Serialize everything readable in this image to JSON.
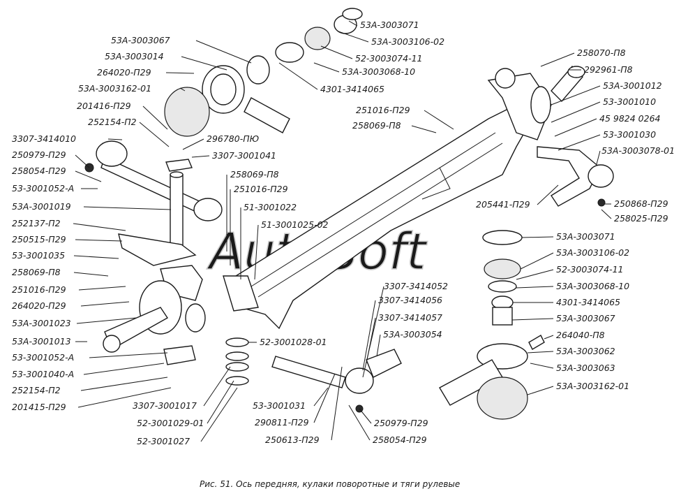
{
  "caption": "Рис. 51. Ось передняя, кулаки поворотные и тяги рулевые",
  "watermark": "AutoSoft",
  "labels": [
    "53А-3003071",
    "53А-3003106-02",
    "52-3003074-11",
    "53А-3003068-10",
    "4301-3414065",
    "53А-3003067",
    "53А-3003014",
    "264020-П29",
    "53А-3003162-01",
    "201416-П29",
    "252154-П2",
    "3307-3414010",
    "296780-ПЮ",
    "250979-П29",
    "3307-3001041",
    "258054-П29",
    "258069-П8",
    "53-3001052-А",
    "251016-П29",
    "53А-3001019",
    "51-3001022",
    "252137-П2",
    "51-3001025-02",
    "250515-П29",
    "53-3001035",
    "258069-П8",
    "251016-П29",
    "264020-П29",
    "53А-3001023",
    "53А-3001013",
    "53-3001052-А",
    "53-3001040-А",
    "252154-П2",
    "201415-П29",
    "52-3001028-01",
    "3307-3001017",
    "52-3001029-01",
    "52-3001027",
    "53-3001031",
    "290811-П29",
    "250613-П29",
    "250979-П29",
    "258054-П29",
    "3307-3414052",
    "3307-3414056",
    "3307-3414057",
    "53А-3003054",
    "251016-П29",
    "258069-П8",
    "258070-П8",
    "292961-П8",
    "53А-3001012",
    "53-3001010",
    "45 9824 0264",
    "53-3001030",
    "53А-3003078-01",
    "205441-П29",
    "250868-П29",
    "258025-П29",
    "53А-3003071",
    "53А-3003106-02",
    "52-3003074-11",
    "53А-3003068-10",
    "4301-3414065",
    "53А-3003067",
    "264040-П8",
    "53А-3003062",
    "53А-3003063",
    "53А-3003162-01"
  ]
}
